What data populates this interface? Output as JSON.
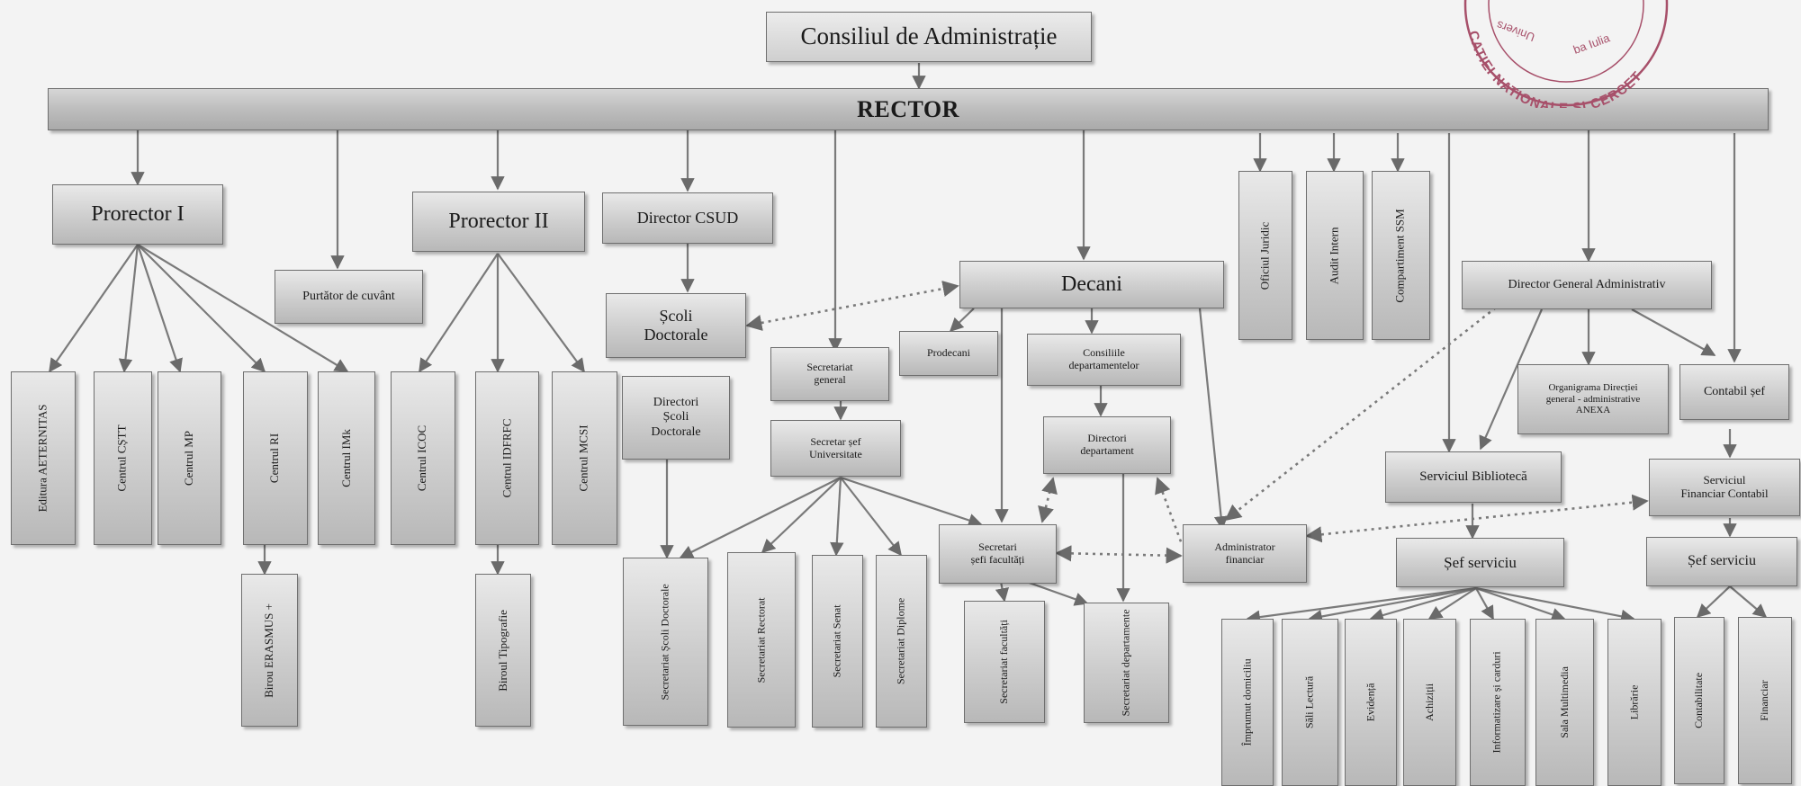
{
  "council": "Consiliul de Administrație",
  "rector": "RECTOR",
  "prorector1": {
    "title": "Prorector I",
    "units": [
      "Editura AETERNITAS",
      "Centrul CȘTT",
      "Centrul MP",
      "Centrul RI",
      "Centrul IMk"
    ],
    "sub_unit": "Birou ERASMUS +"
  },
  "spokesperson": "Purtător de cuvânt",
  "prorector2": {
    "title": "Prorector II",
    "units": [
      "Centrul ICOC",
      "Centrul IDFRFC",
      "Centrul MCSI"
    ],
    "sub_unit": "Biroul Tipografie"
  },
  "csud": {
    "title": "Director CSUD",
    "schools": "Școli\nDoctorale",
    "directors": "Directori\nȘcoli\nDoctorale",
    "secretariat": "Secretariat\nȘcoli Doctorale"
  },
  "general_secretariat": {
    "title": "Secretariat\ngeneral",
    "chief": "Secretar șef\nUniversitate",
    "units": [
      "Secretariat Rectorat",
      "Secretariat Senat",
      "Secretariat Diplome"
    ]
  },
  "deans": {
    "title": "Decani",
    "vice": "Prodecani",
    "councils": "Consiliile\ndepartamentelor",
    "directors": "Directori\ndepartament",
    "chief_secretaries": "Secretari\nșefi facultăți",
    "fac_secretariat": "Secretariat\nfacultăți",
    "dep_secretariat": "Secretariat\ndepartamente",
    "admin": "Administrator\nfinanciar"
  },
  "offices": [
    "Oficiul Juridic",
    "Audit Intern",
    "Compartiment SSM"
  ],
  "dga": {
    "title": "Director General Administrativ",
    "organigram": "Organigrama Direcției\ngeneral - administrative\nANEXA",
    "chief_accountant": "Contabil șef",
    "financial_service": "Serviciul\nFinanciar Contabil",
    "fin_chief": "Șef serviciu",
    "fin_units": [
      "Contabilitate",
      "Financiar"
    ]
  },
  "library": {
    "title": "Serviciul Bibliotecă",
    "chief": "Șef serviciu",
    "units": [
      "Împrumut domiciliu",
      "Săli Lectură",
      "Evidență",
      "Achiziții",
      "Informatizare și carduri",
      "Sala Multimedia",
      "Librărie"
    ]
  },
  "stamp": {
    "line1": "Univers",
    "line2": "ba Iulia",
    "line3": "CATIEI NATIONALE ȘI CERCET"
  }
}
